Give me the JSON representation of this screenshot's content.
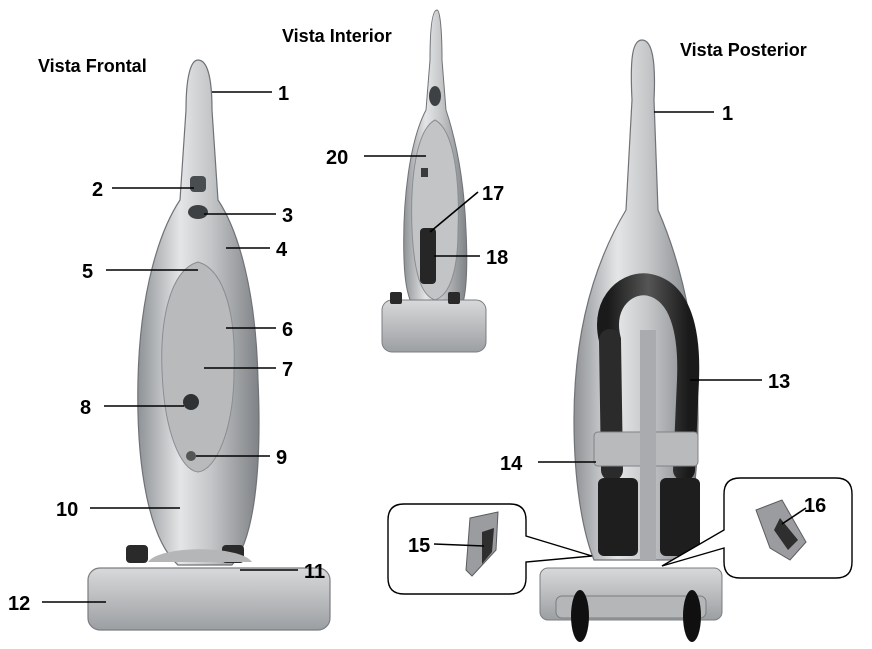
{
  "titles": {
    "front": "Vista Frontal",
    "interior": "Vista Interior",
    "rear": "Vista Posterior"
  },
  "callouts": {
    "front": [
      "1",
      "2",
      "3",
      "4",
      "5",
      "6",
      "7",
      "8",
      "9",
      "10",
      "11",
      "12"
    ],
    "interior": [
      "20",
      "17",
      "18"
    ],
    "rear": [
      "1",
      "13",
      "14",
      "15",
      "16"
    ]
  },
  "colors": {
    "body_silver": "#c9cbcd",
    "body_dark": "#8d9094",
    "hose": "#2b2b2b",
    "dust_bin": "#1e1e1e",
    "wheel": "#101010"
  }
}
